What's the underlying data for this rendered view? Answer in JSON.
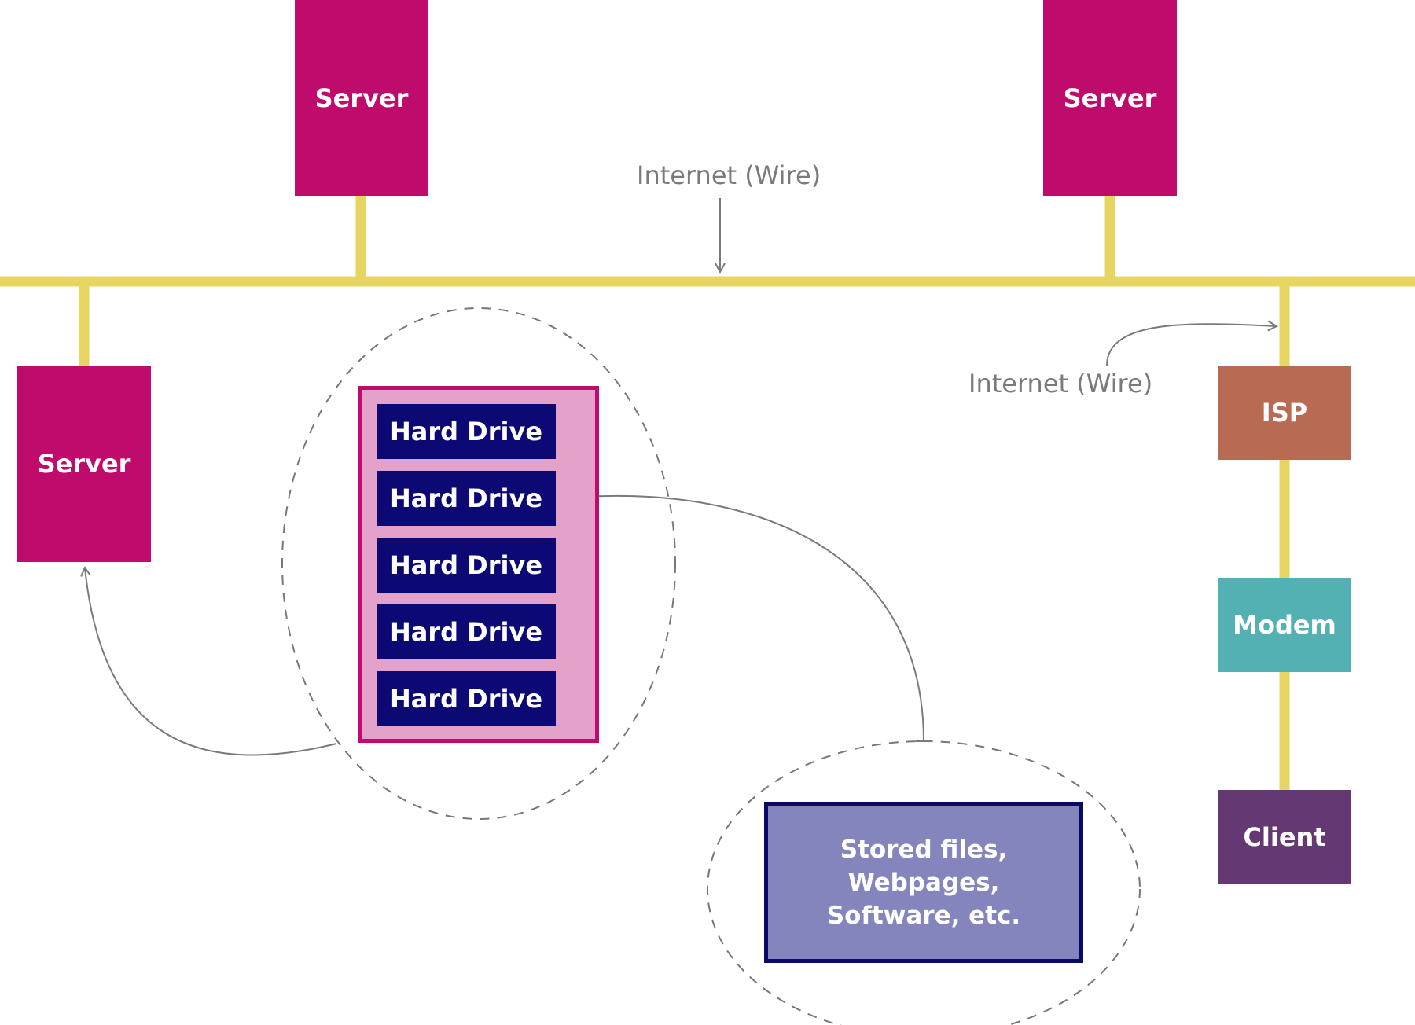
{
  "labels": {
    "server": "Server",
    "internet_top": "Internet (Wire)",
    "internet_right": "Internet (Wire)",
    "isp": "ISP",
    "modem": "Modem",
    "client": "Client",
    "hard_drives": [
      "Hard Drive",
      "Hard Drive",
      "Hard Drive",
      "Hard Drive",
      "Hard Drive"
    ],
    "stored": "Stored files, Webpages, Software, etc."
  },
  "colors": {
    "server": "#bf0b6c",
    "wire": "#e6d560",
    "isp": "#b86a52",
    "modem": "#53b0b3",
    "client": "#643872",
    "hard_drive": "#0c0874",
    "rack_fill": "#e4a1ca",
    "rack_border": "#c00a6e",
    "stored_fill": "#8585bd",
    "stored_border": "#0c0a66",
    "arrow": "#7a7a7a",
    "dashed": "#777777"
  }
}
